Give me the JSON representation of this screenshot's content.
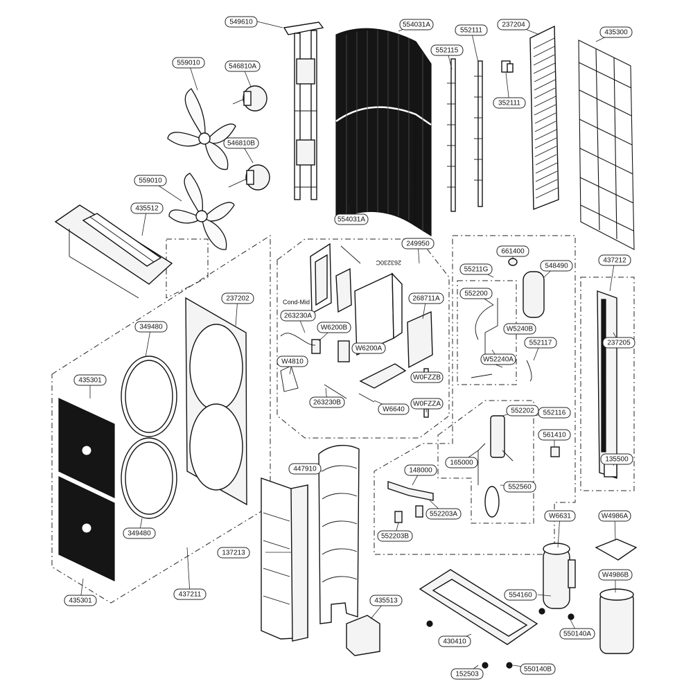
{
  "labels": [
    {
      "id": "549610",
      "text": "549610"
    },
    {
      "id": "554031A",
      "text": "554031A"
    },
    {
      "id": "552111",
      "text": "552111"
    },
    {
      "id": "237204",
      "text": "237204"
    },
    {
      "id": "435300",
      "text": "435300"
    },
    {
      "id": "552115",
      "text": "552115"
    },
    {
      "id": "559010a",
      "text": "559010"
    },
    {
      "id": "546810A",
      "text": "546810A"
    },
    {
      "id": "352111",
      "text": "352111"
    },
    {
      "id": "546810B",
      "text": "546810B"
    },
    {
      "id": "559010b",
      "text": "559010"
    },
    {
      "id": "554031A_b",
      "text": "554031A"
    },
    {
      "id": "435512",
      "text": "435512"
    },
    {
      "id": "249950",
      "text": "249950"
    },
    {
      "id": "661400",
      "text": "661400"
    },
    {
      "id": "437212",
      "text": "437212"
    },
    {
      "id": "548490",
      "text": "548490"
    },
    {
      "id": "55211G",
      "text": "55211G"
    },
    {
      "id": "552200",
      "text": "552200"
    },
    {
      "id": "237202",
      "text": "237202"
    },
    {
      "id": "268711A",
      "text": "268711A"
    },
    {
      "id": "263230A",
      "text": "263230A"
    },
    {
      "id": "W6200B",
      "text": "W6200B"
    },
    {
      "id": "W5240B",
      "text": "W5240B"
    },
    {
      "id": "349480a",
      "text": "349480"
    },
    {
      "id": "W6200A",
      "text": "W6200A"
    },
    {
      "id": "237205",
      "text": "237205"
    },
    {
      "id": "552117",
      "text": "552117"
    },
    {
      "id": "W4810",
      "text": "W4810"
    },
    {
      "id": "W5224QA",
      "text": "W52240A"
    },
    {
      "id": "435301a",
      "text": "435301"
    },
    {
      "id": "W0FZZB",
      "text": "W0FZZB"
    },
    {
      "id": "263230B",
      "text": "263230B"
    },
    {
      "id": "W6640",
      "text": "W6640"
    },
    {
      "id": "W0FZZA",
      "text": "W0FZZA"
    },
    {
      "id": "552202",
      "text": "552202"
    },
    {
      "id": "552116",
      "text": "552116"
    },
    {
      "id": "561410",
      "text": "561410"
    },
    {
      "id": "165000",
      "text": "165000"
    },
    {
      "id": "135500",
      "text": "135500"
    },
    {
      "id": "447910",
      "text": "447910"
    },
    {
      "id": "148000",
      "text": "148000"
    },
    {
      "id": "552560",
      "text": "552560"
    },
    {
      "id": "552203A",
      "text": "552203A"
    },
    {
      "id": "W6631",
      "text": "W6631"
    },
    {
      "id": "W4986A",
      "text": "W4986A"
    },
    {
      "id": "349480b",
      "text": "349480"
    },
    {
      "id": "552203B",
      "text": "552203B"
    },
    {
      "id": "137213",
      "text": "137213"
    },
    {
      "id": "437211",
      "text": "437211"
    },
    {
      "id": "W4986B",
      "text": "W4986B"
    },
    {
      "id": "554160",
      "text": "554160"
    },
    {
      "id": "435301b",
      "text": "435301"
    },
    {
      "id": "435513",
      "text": "435513"
    },
    {
      "id": "550140A",
      "text": "550140A"
    },
    {
      "id": "430410",
      "text": "430410"
    },
    {
      "id": "152503",
      "text": "152503"
    },
    {
      "id": "550140B",
      "text": "550140B"
    }
  ],
  "free_text": {
    "cond_mid": "Cond-Mid",
    "upside_label": "263230C"
  }
}
